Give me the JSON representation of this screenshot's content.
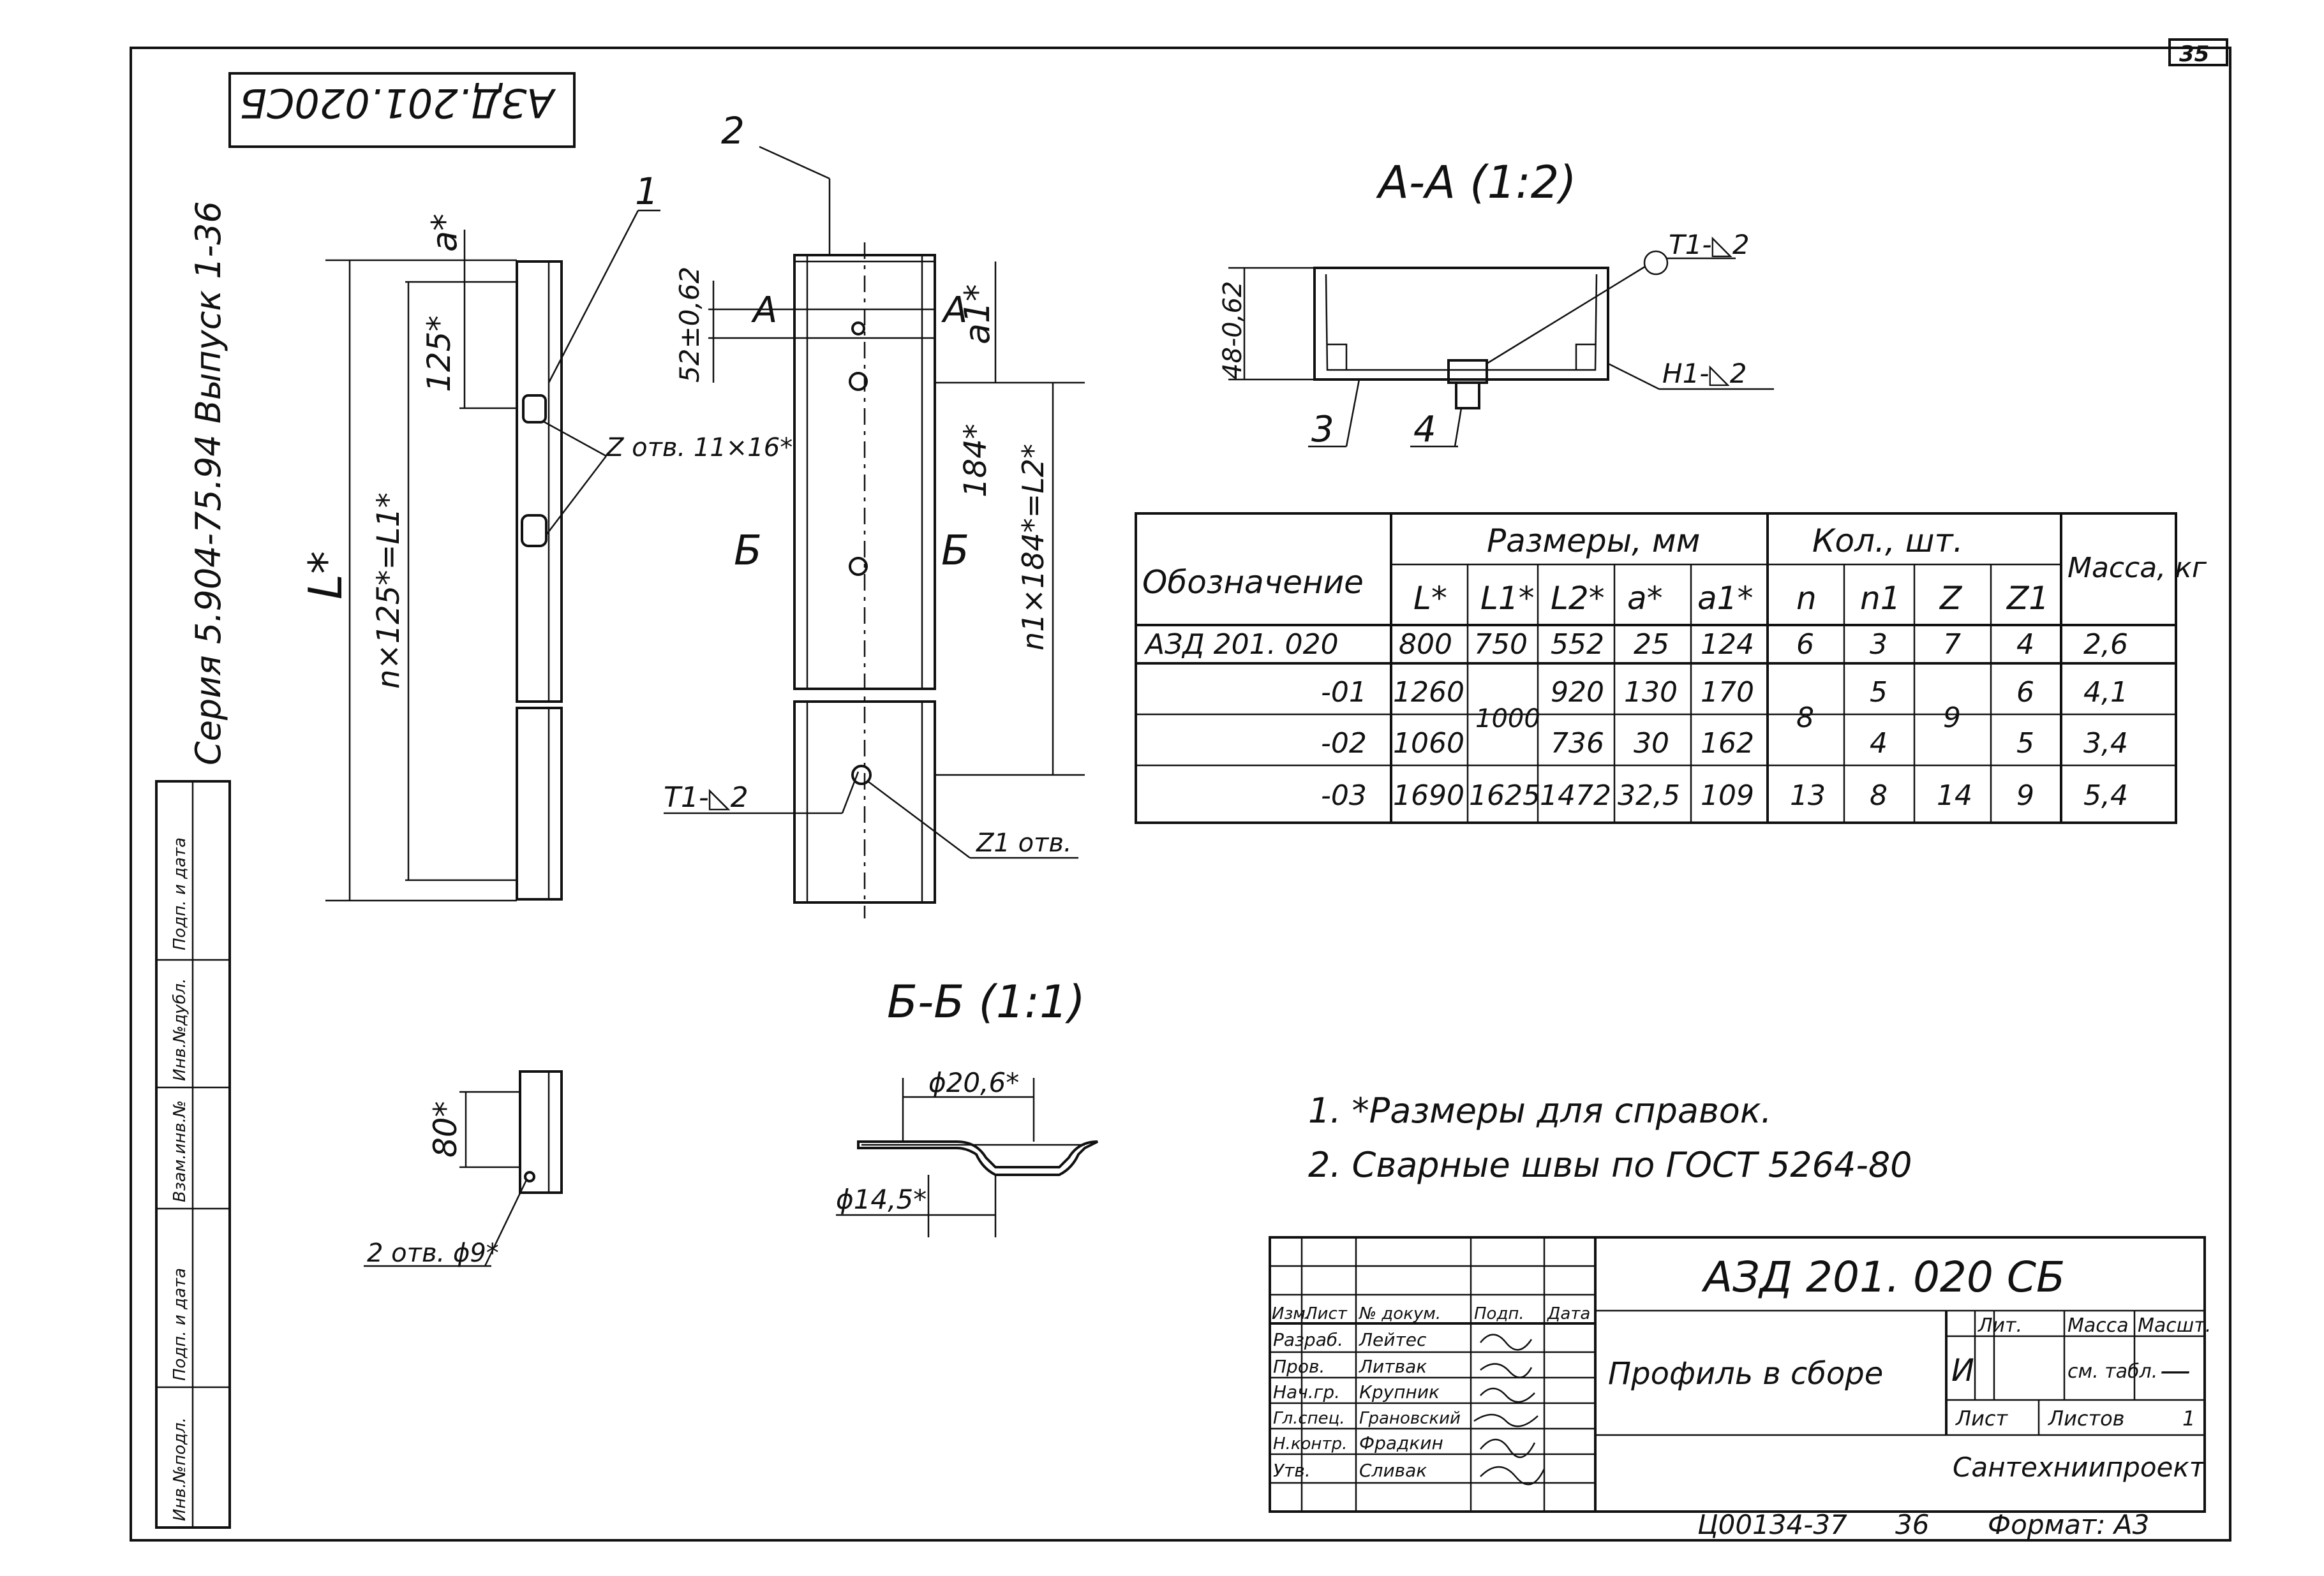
{
  "sheet": {
    "page_number": "35",
    "rotated_stamp": "АЗД.201.020СБ",
    "series_text": "Серия 5.904-75.94 Выпуск 1-36",
    "bottom_code": "Ц00134-37",
    "bottom_number": "36",
    "format_label": "Формат: А3"
  },
  "side_columns": [
    "Инв.№подл.",
    "Подп. и дата",
    "Взам.инв.№",
    "Инв.№дубл.",
    "Подп. и дата"
  ],
  "views": {
    "part1": {
      "callout": "1",
      "dim_a": "a*",
      "dim_125": "125*",
      "dim_L": "L*",
      "dim_n125": "n×125*=L1*",
      "holes_label": "Z отв. 11×16*",
      "dim_80": "80*",
      "holes9_label": "2 отв. ϕ9*"
    },
    "part2": {
      "callout": "2",
      "section_A": "А",
      "section_B": "Б",
      "dim_52": "52±0,62",
      "dim_a1": "a1*",
      "dim_184": "184*",
      "dim_n1": "n1×184*=L2*",
      "weld_label": "Т1-◺2",
      "holes_z1_label": "Z1 отв."
    },
    "sectionAA": {
      "title": "А-А (1:2)",
      "dim_48": "48-0,62",
      "weld_t1": "Т1-◺2",
      "weld_h1": "Н1-◺2",
      "callout3": "3",
      "callout4": "4"
    },
    "sectionBB": {
      "title": "Б-Б (1:1)",
      "dim_206": "ϕ20,6*",
      "dim_145": "ϕ14,5*"
    }
  },
  "table": {
    "header_designation": "Обозначение",
    "header_sizes": "Размеры, мм",
    "header_qty": "Кол., шт.",
    "header_mass": "Масса, кг",
    "sub_headers": [
      "L*",
      "L1*",
      "L2*",
      "a*",
      "a1*",
      "n",
      "n1",
      "Z",
      "Z1"
    ],
    "rows": [
      [
        "АЗД 201. 020",
        "800",
        "750",
        "552",
        "25",
        "124",
        "6",
        "3",
        "7",
        "4",
        "2,6"
      ],
      [
        "-01",
        "1260",
        "1000",
        "920",
        "130",
        "170",
        "8",
        "5",
        "9",
        "6",
        "4,1"
      ],
      [
        "-02",
        "1060",
        "",
        "736",
        "30",
        "162",
        "",
        "4",
        "",
        "5",
        "3,4"
      ],
      [
        "-03",
        "1690",
        "1625",
        "1472",
        "32,5",
        "109",
        "13",
        "8",
        "14",
        "9",
        "5,4"
      ]
    ]
  },
  "notes": [
    "1. *Размеры для справок.",
    "2. Сварные швы по ГОСТ 5264-80"
  ],
  "title_block": {
    "designation": "АЗД 201. 020 СБ",
    "name": "Профиль в сборе",
    "lit_label": "Лит.",
    "mass_label": "Масса",
    "scale_label": "Масшт.",
    "lit_value": "И",
    "mass_value": "см. табл.",
    "scale_value": "—",
    "sheet_label": "Лист",
    "sheets_label": "Листов",
    "sheets_value": "1",
    "organization": "Сантехниипроект",
    "header_row": [
      "Изм.",
      "Лист",
      "№ докум.",
      "Подп.",
      "Дата"
    ],
    "roles": [
      [
        "Разраб.",
        "Лейтес"
      ],
      [
        "Пров.",
        "Литвак"
      ],
      [
        "Нач.гр.",
        "Крупник"
      ],
      [
        "Гл.спец.",
        "Грановский"
      ],
      [
        "Н.контр.",
        "Фрадкин"
      ],
      [
        "Утв.",
        "Сливак"
      ]
    ]
  }
}
